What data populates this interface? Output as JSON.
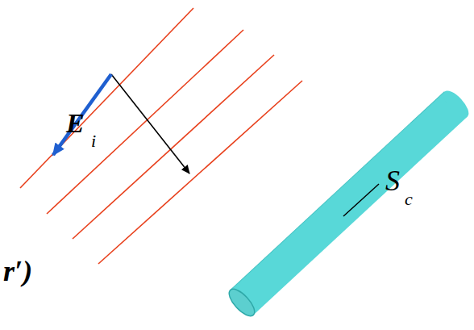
{
  "diagram": {
    "labels": [
      "E",
      "i",
      "S",
      "c",
      "r′)"
    ]
  }
}
